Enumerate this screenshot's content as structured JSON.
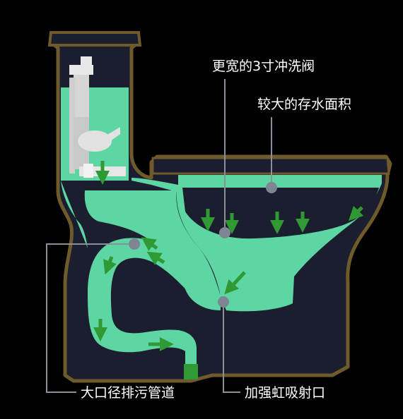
{
  "colors": {
    "background": "#000000",
    "shell": "#1a1e2e",
    "outline": "#6e5a2a",
    "water": "#5ed6a4",
    "water_light": "#8fe9c3",
    "arrow": "#2f9a33",
    "leader": "#8a8f9a",
    "marker": "#7e8593",
    "label": "#ffffff"
  },
  "labels": {
    "flush_valve": "更宽的3寸冲洗阀",
    "water_surface": "较大的存水面积",
    "drain_pipe": "大口径排污管道",
    "siphon_jet": "加强虹吸射口"
  },
  "icons": {
    "flow_arrow": "flow-arrow-icon",
    "marker": "marker-dot-icon"
  }
}
